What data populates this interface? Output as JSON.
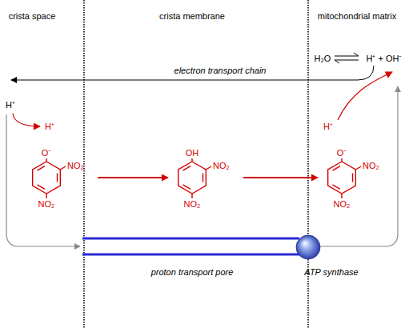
{
  "diagram": {
    "nodes": [
      {
        "text": [
          "O⁻",
          "NO₂",
          "NO₂"
        ]
      },
      {
        "text": [
          "OH",
          "NO₂",
          "NO₂"
        ]
      },
      {
        "text": [
          "O⁻",
          "NO₂",
          "NO₂"
        ]
      }
    ],
    "edges": [
      {
        "from": 0,
        "to": 1,
        "arrow": "to"
      },
      {
        "from": 1,
        "to": 2,
        "arrow": "to"
      }
    ],
    "labels": [
      "crista space",
      "crista membrane",
      "mitochondrial matrix",
      "H₂O",
      "H⁺ + OH⁻",
      "electron transport chain",
      "H⁺",
      "H⁺",
      "H⁺",
      "proton transport pore",
      "ATP synthase"
    ]
  }
}
